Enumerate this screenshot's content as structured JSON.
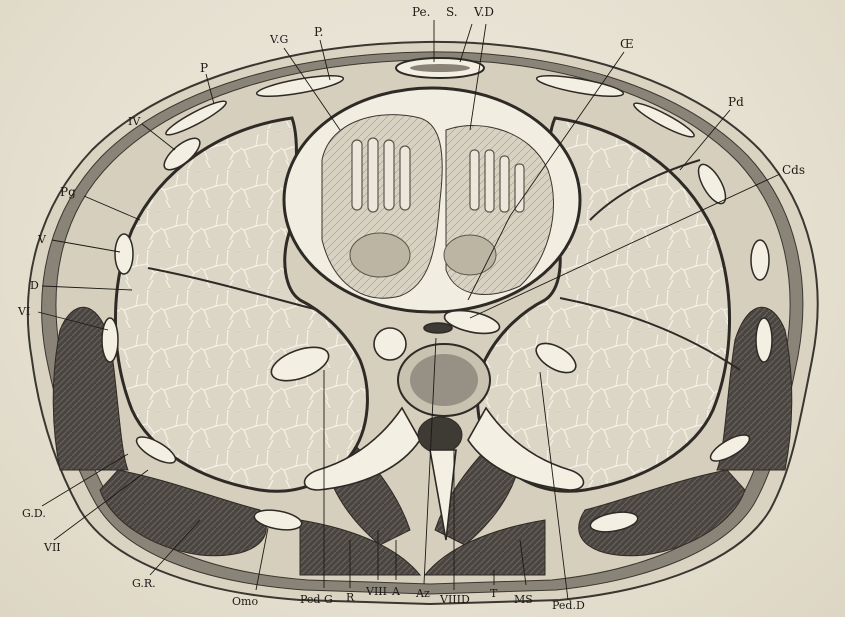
{
  "labels": {
    "pe": "Pe.",
    "s": "S.",
    "vd": "V.D",
    "vg": "V.G",
    "p_top": "P.",
    "p_left": "P",
    "iv": "IV",
    "pg": "Pg",
    "v": "V",
    "d": "D",
    "vi": "VI",
    "oe": "Œ",
    "pd": "Pd",
    "cds": "Cds",
    "gd": "G.D.",
    "vii": "VII",
    "gr": "G.R.",
    "omo": "Omo",
    "pedg": "Ped G",
    "r": "R",
    "viii": "VIII",
    "a": "A",
    "az": "Az",
    "viiid": "VIIID",
    "t": "T",
    "ms": "MS",
    "pedd": "Ped.D"
  }
}
